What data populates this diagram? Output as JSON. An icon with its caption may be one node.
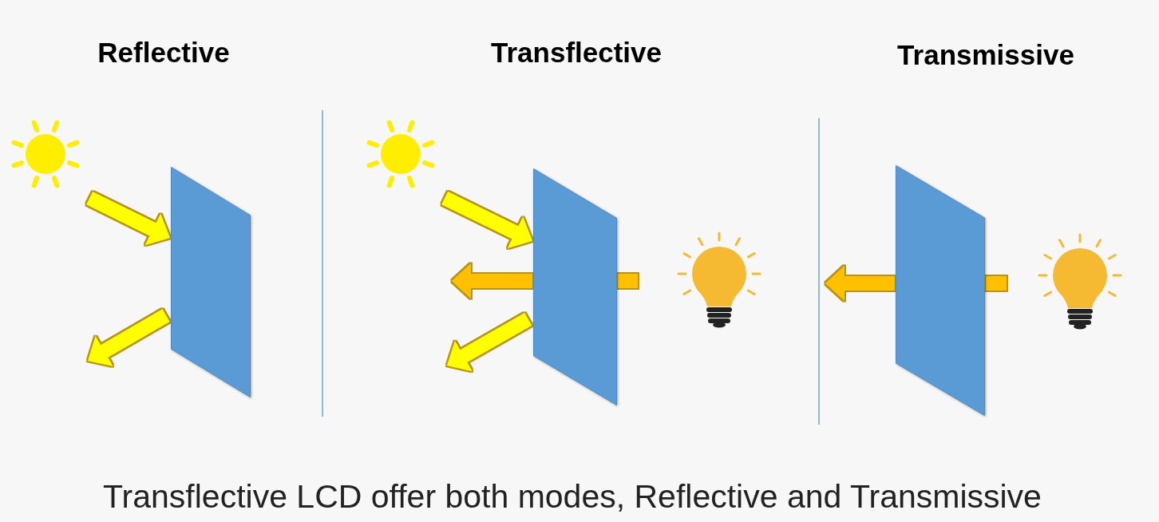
{
  "diagram": {
    "caption": "Transflective LCD offer both modes, Reflective and Transmissive",
    "nodes": [
      {
        "text": [],
        "shape": "sun"
      },
      {
        "text": [],
        "shape": "parallelogram"
      },
      {
        "text": [],
        "shape": "sun"
      },
      {
        "text": [],
        "shape": "parallelogram"
      },
      {
        "text": [],
        "shape": "bulb"
      },
      {
        "text": [],
        "shape": "parallelogram"
      },
      {
        "text": [],
        "shape": "bulb"
      }
    ],
    "edges": [
      {
        "from": 0,
        "to": 1,
        "arrow": "to"
      },
      {
        "from": 1,
        "to": null,
        "arrow": "to"
      },
      {
        "from": 2,
        "to": 3,
        "arrow": "to"
      },
      {
        "from": 3,
        "to": null,
        "arrow": "to"
      },
      {
        "from": 3,
        "to": null,
        "arrow": "none",
        "color": "#ffc000"
      },
      {
        "from": 3,
        "to": null,
        "arrow": "to",
        "color": "#ffc000"
      },
      {
        "from": 5,
        "to": null,
        "arrow": "none",
        "color": "#ffc000"
      },
      {
        "from": 5,
        "to": null,
        "arrow": "to",
        "color": "#ffc000"
      }
    ],
    "labels": [
      "Reflective",
      "Transflective",
      "Transmissive"
    ]
  }
}
